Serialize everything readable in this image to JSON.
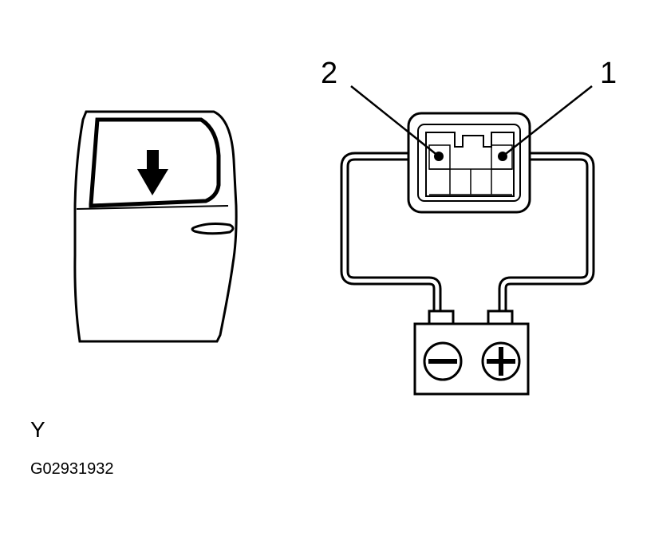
{
  "labels": {
    "terminal_2": "2",
    "terminal_1": "1",
    "view": "Y",
    "figure_code": "G02931932"
  },
  "icons": {
    "arrow": "arrow-down-icon",
    "battery_negative": "minus-icon",
    "battery_positive": "plus-icon"
  },
  "colors": {
    "stroke": "#000000",
    "background": "#ffffff"
  }
}
